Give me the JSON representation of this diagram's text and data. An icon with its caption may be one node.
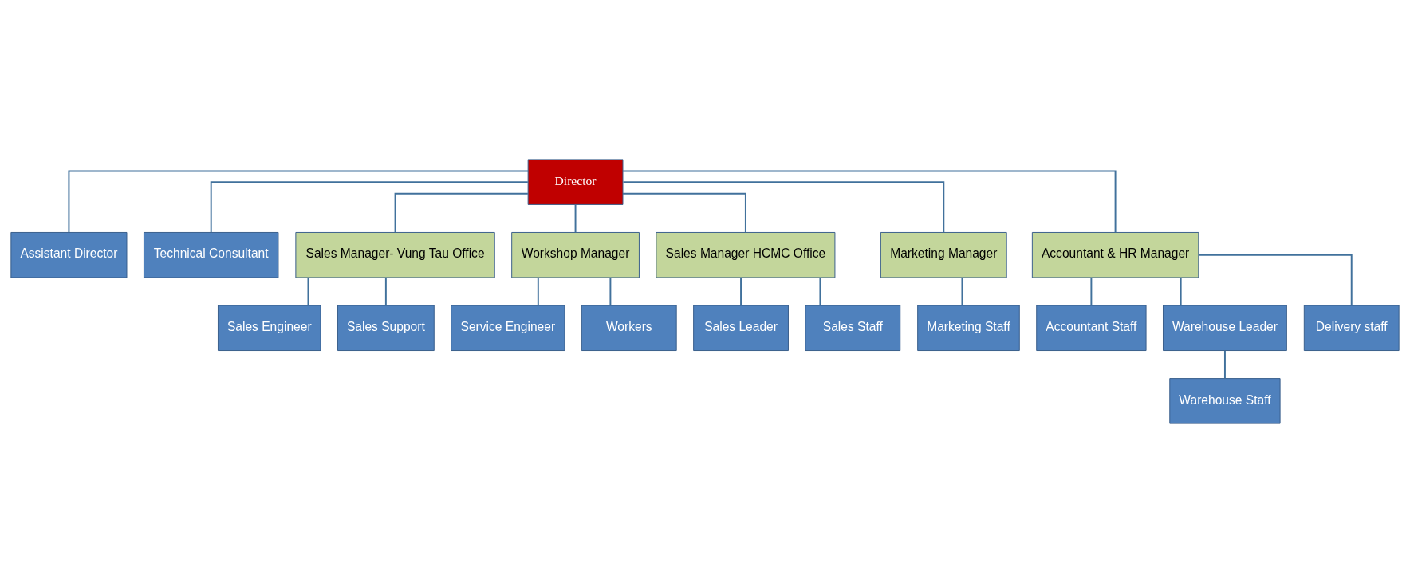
{
  "diagram": {
    "nodes": [
      {
        "text": [
          "Director"
        ]
      },
      {
        "text": [
          "Assistant Director"
        ]
      },
      {
        "text": [
          "Technical Consultant"
        ]
      },
      {
        "text": [
          "Sales Manager- Vung Tau Office"
        ]
      },
      {
        "text": [
          "Workshop Manager"
        ]
      },
      {
        "text": [
          "Sales Manager HCMC Office"
        ]
      },
      {
        "text": [
          "Marketing Manager"
        ]
      },
      {
        "text": [
          "Accountant & HR Manager"
        ]
      },
      {
        "text": [
          "Sales Engineer"
        ]
      },
      {
        "text": [
          "Service Engineer"
        ]
      },
      {
        "text": [
          "Sales Leader"
        ]
      },
      {
        "text": [
          "Marketing Staff"
        ]
      },
      {
        "text": [
          "Accountant Staff"
        ]
      },
      {
        "text": [
          "Warehouse Leader"
        ]
      },
      {
        "text": [
          "Delivery staff"
        ]
      },
      {
        "text": [
          "Sales Support"
        ]
      },
      {
        "text": [
          "Workers"
        ]
      },
      {
        "text": [
          "Sales Staff"
        ]
      },
      {
        "text": [
          "Warehouse Staff"
        ]
      }
    ],
    "edges": [
      {
        "from": 0,
        "to": 1,
        "arrow": "none"
      },
      {
        "from": 0,
        "to": 2,
        "arrow": "none"
      },
      {
        "from": 0,
        "to": 3,
        "arrow": "none"
      },
      {
        "from": 0,
        "to": 4,
        "arrow": "none"
      },
      {
        "from": 0,
        "to": 5,
        "arrow": "none"
      },
      {
        "from": 0,
        "to": 6,
        "arrow": "none"
      },
      {
        "from": 0,
        "to": 7,
        "arrow": "none"
      },
      {
        "from": 3,
        "to": 8,
        "arrow": "none"
      },
      {
        "from": 3,
        "to": 15,
        "arrow": "none"
      },
      {
        "from": 4,
        "to": 9,
        "arrow": "none"
      },
      {
        "from": 4,
        "to": 16,
        "arrow": "none"
      },
      {
        "from": 5,
        "to": 10,
        "arrow": "none"
      },
      {
        "from": 5,
        "to": 17,
        "arrow": "none"
      },
      {
        "from": 6,
        "to": 11,
        "arrow": "none"
      },
      {
        "from": 7,
        "to": 12,
        "arrow": "none"
      },
      {
        "from": 7,
        "to": 13,
        "arrow": "none"
      },
      {
        "from": 7,
        "to": 14,
        "arrow": "none"
      },
      {
        "from": 13,
        "to": 18,
        "arrow": "none"
      }
    ]
  }
}
